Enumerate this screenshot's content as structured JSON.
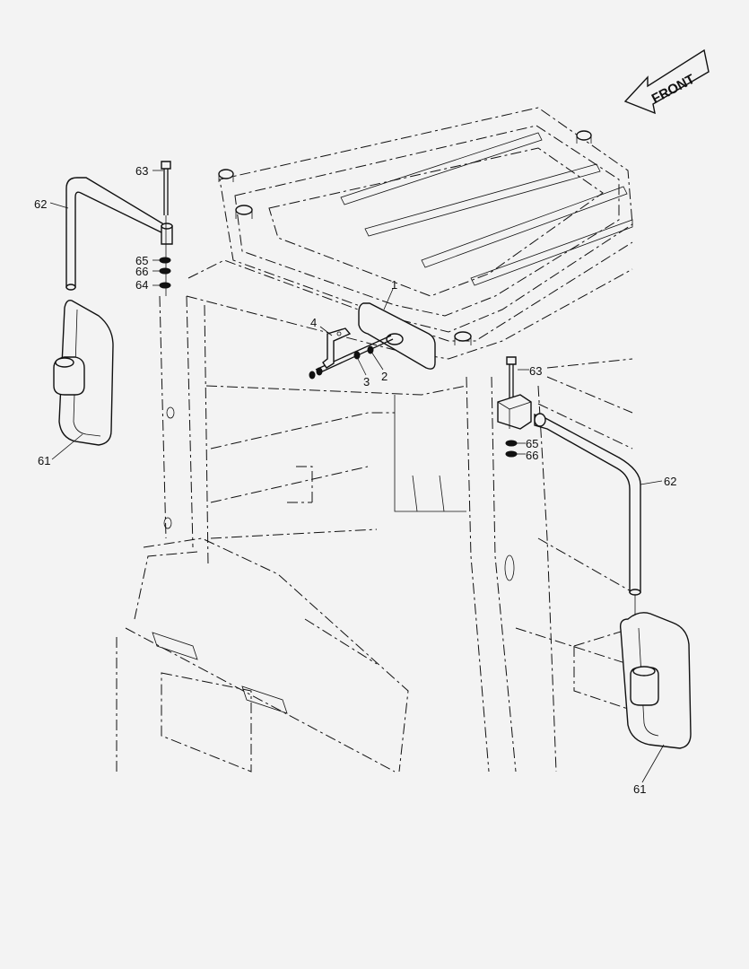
{
  "front_indicator": {
    "label": "FRONT"
  },
  "callouts": {
    "c1": "1",
    "c2": "2",
    "c3": "3",
    "c4": "4",
    "c61_left": "61",
    "c61_right": "61",
    "c62_left": "62",
    "c62_right": "62",
    "c63_left": "63",
    "c63_right": "63",
    "c64_left": "64",
    "c65_left": "65",
    "c65_right": "65",
    "c66_left": "66",
    "c66_right": "66"
  }
}
